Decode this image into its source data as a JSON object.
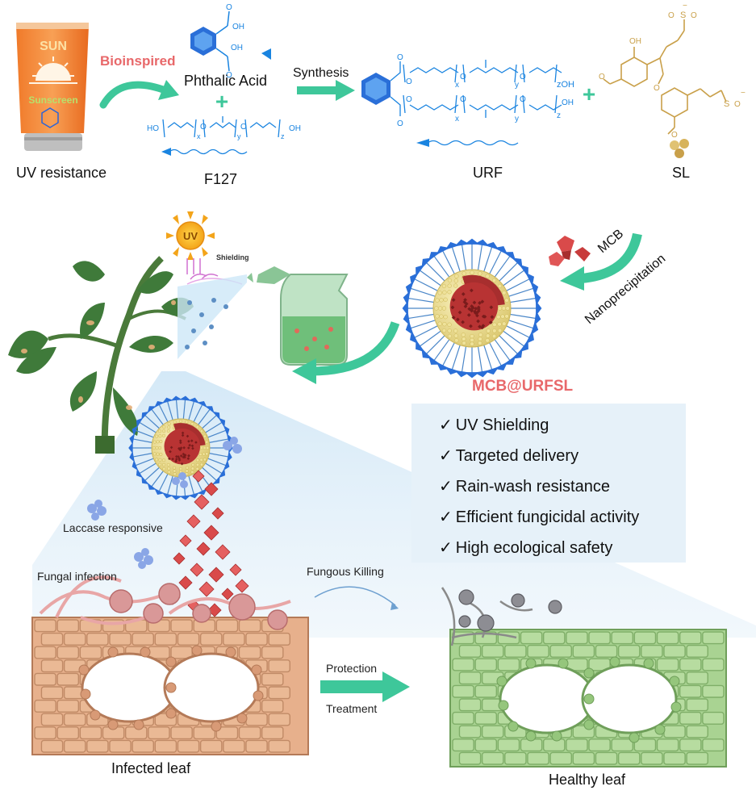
{
  "sunscreen": {
    "sun_label": "SUN",
    "brand_label": "Sunscreen",
    "caption": "UV resistance"
  },
  "arrows": {
    "bioinspired": "Bioinspired",
    "synthesis": "Synthesis",
    "mcb": "MCB",
    "nanoprecipitation": "Nanoprecipitation",
    "protection": "Protection",
    "treatment": "Treatment"
  },
  "chemicals": {
    "phthalic_acid": "Phthalic Acid",
    "f127": "F127",
    "urf": "URF",
    "sl": "SL",
    "atoms": {
      "O": "O",
      "OH": "OH",
      "HO": "HO",
      "x": "x",
      "y": "y",
      "z": "z",
      "zOH": "zOH",
      "SO3": "S",
      "minus": "−",
      "plus": "+"
    }
  },
  "uv": {
    "sun_text": "UV",
    "shielding": "Shielding"
  },
  "nanoparticle": {
    "name": "MCB@URFSL"
  },
  "features": [
    "UV Shielding",
    "Targeted delivery",
    "Rain-wash resistance",
    "Efficient fungicidal activity",
    "High ecological safety"
  ],
  "labels": {
    "laccase": "Laccase responsive",
    "fungal_infection": "Fungal infection",
    "fungous_killing": "Fungous Killing",
    "infected_leaf": "Infected leaf",
    "healthy_leaf": "Healthy leaf"
  },
  "colors": {
    "arrow_green": "#3ec79a",
    "pink_label": "#e8686a",
    "chem_blue": "#1a84e0",
    "sl_gold": "#c9a04a",
    "infected": "#e0a680",
    "healthy": "#8fc27a",
    "crystal": "#d94a4a",
    "shell": "#f2e6a0"
  }
}
